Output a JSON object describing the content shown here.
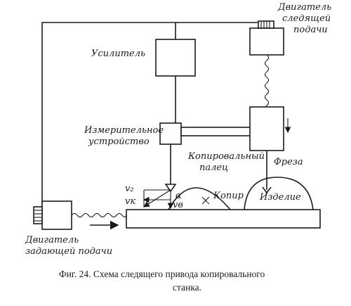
{
  "labels": {
    "amplifier": "Усилитель",
    "feed_motor_line1": "Двигатель",
    "feed_motor_line2": "следящей",
    "feed_motor_line3": "подачи",
    "measuring_line1": "Измерительное",
    "measuring_line2": "устройство",
    "tracer_line1": "Копировальный",
    "tracer_line2": "палец",
    "cutter": "Фреза",
    "template": "Копир",
    "workpiece": "Изделие",
    "driving_motor_line1": "Двигатель",
    "driving_motor_line2": "задающей подачи"
  },
  "symbols": {
    "v2": "v₂",
    "vk": "vк",
    "vs": "vв",
    "alpha": "α"
  },
  "caption": {
    "line1": "Фиг. 24. Схема следящего привода копировального",
    "line2": "станка."
  }
}
